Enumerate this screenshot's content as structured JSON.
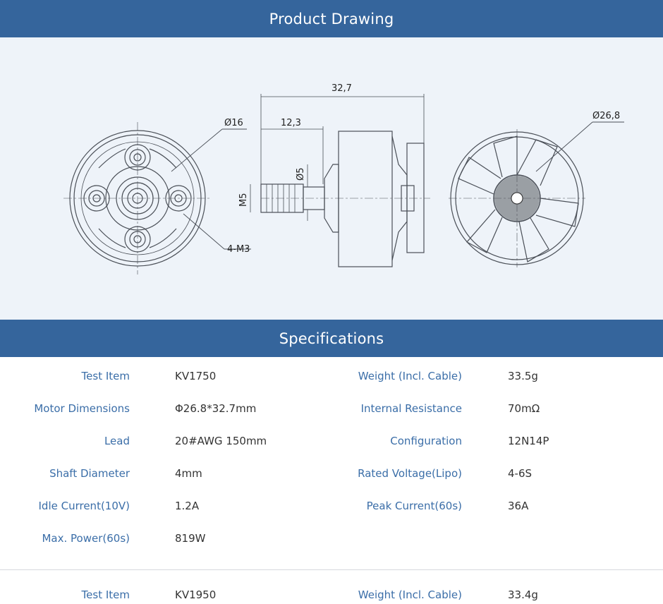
{
  "sections": {
    "drawing_title": "Product Drawing",
    "specs_title": "Specifications"
  },
  "drawing": {
    "dims": {
      "d16": "Ø16",
      "m3": "4-M3",
      "len": "32,7",
      "shaft": "12,3",
      "d5": "Ø5",
      "m5": "M5",
      "d268": "Ø26,8"
    }
  },
  "specs": {
    "rows": [
      {
        "label_left": "Test Item",
        "value_left": "KV1750",
        "label_right": "Weight (Incl. Cable)",
        "value_right": "33.5g"
      },
      {
        "label_left": "Motor Dimensions",
        "value_left": "Φ26.8*32.7mm",
        "label_right": "Internal Resistance",
        "value_right": "70mΩ"
      },
      {
        "label_left": "Lead",
        "value_left": "20#AWG 150mm",
        "label_right": "Configuration",
        "value_right": "12N14P"
      },
      {
        "label_left": "Shaft Diameter",
        "value_left": "4mm",
        "label_right": "Rated Voltage(Lipo)",
        "value_right": "4-6S"
      },
      {
        "label_left": "Idle Current(10V)",
        "value_left": "1.2A",
        "label_right": "Peak Current(60s)",
        "value_right": "36A"
      },
      {
        "label_left": "Max. Power(60s)",
        "value_left": "819W",
        "label_right": "",
        "value_right": ""
      }
    ],
    "next_row": {
      "label_left": "Test Item",
      "value_left": "KV1950",
      "label_right": "Weight (Incl. Cable)",
      "value_right": "33.4g"
    }
  },
  "colors": {
    "band": "#35659c",
    "drawing_bg": "#eef3f9",
    "label": "#3b6ea8"
  }
}
